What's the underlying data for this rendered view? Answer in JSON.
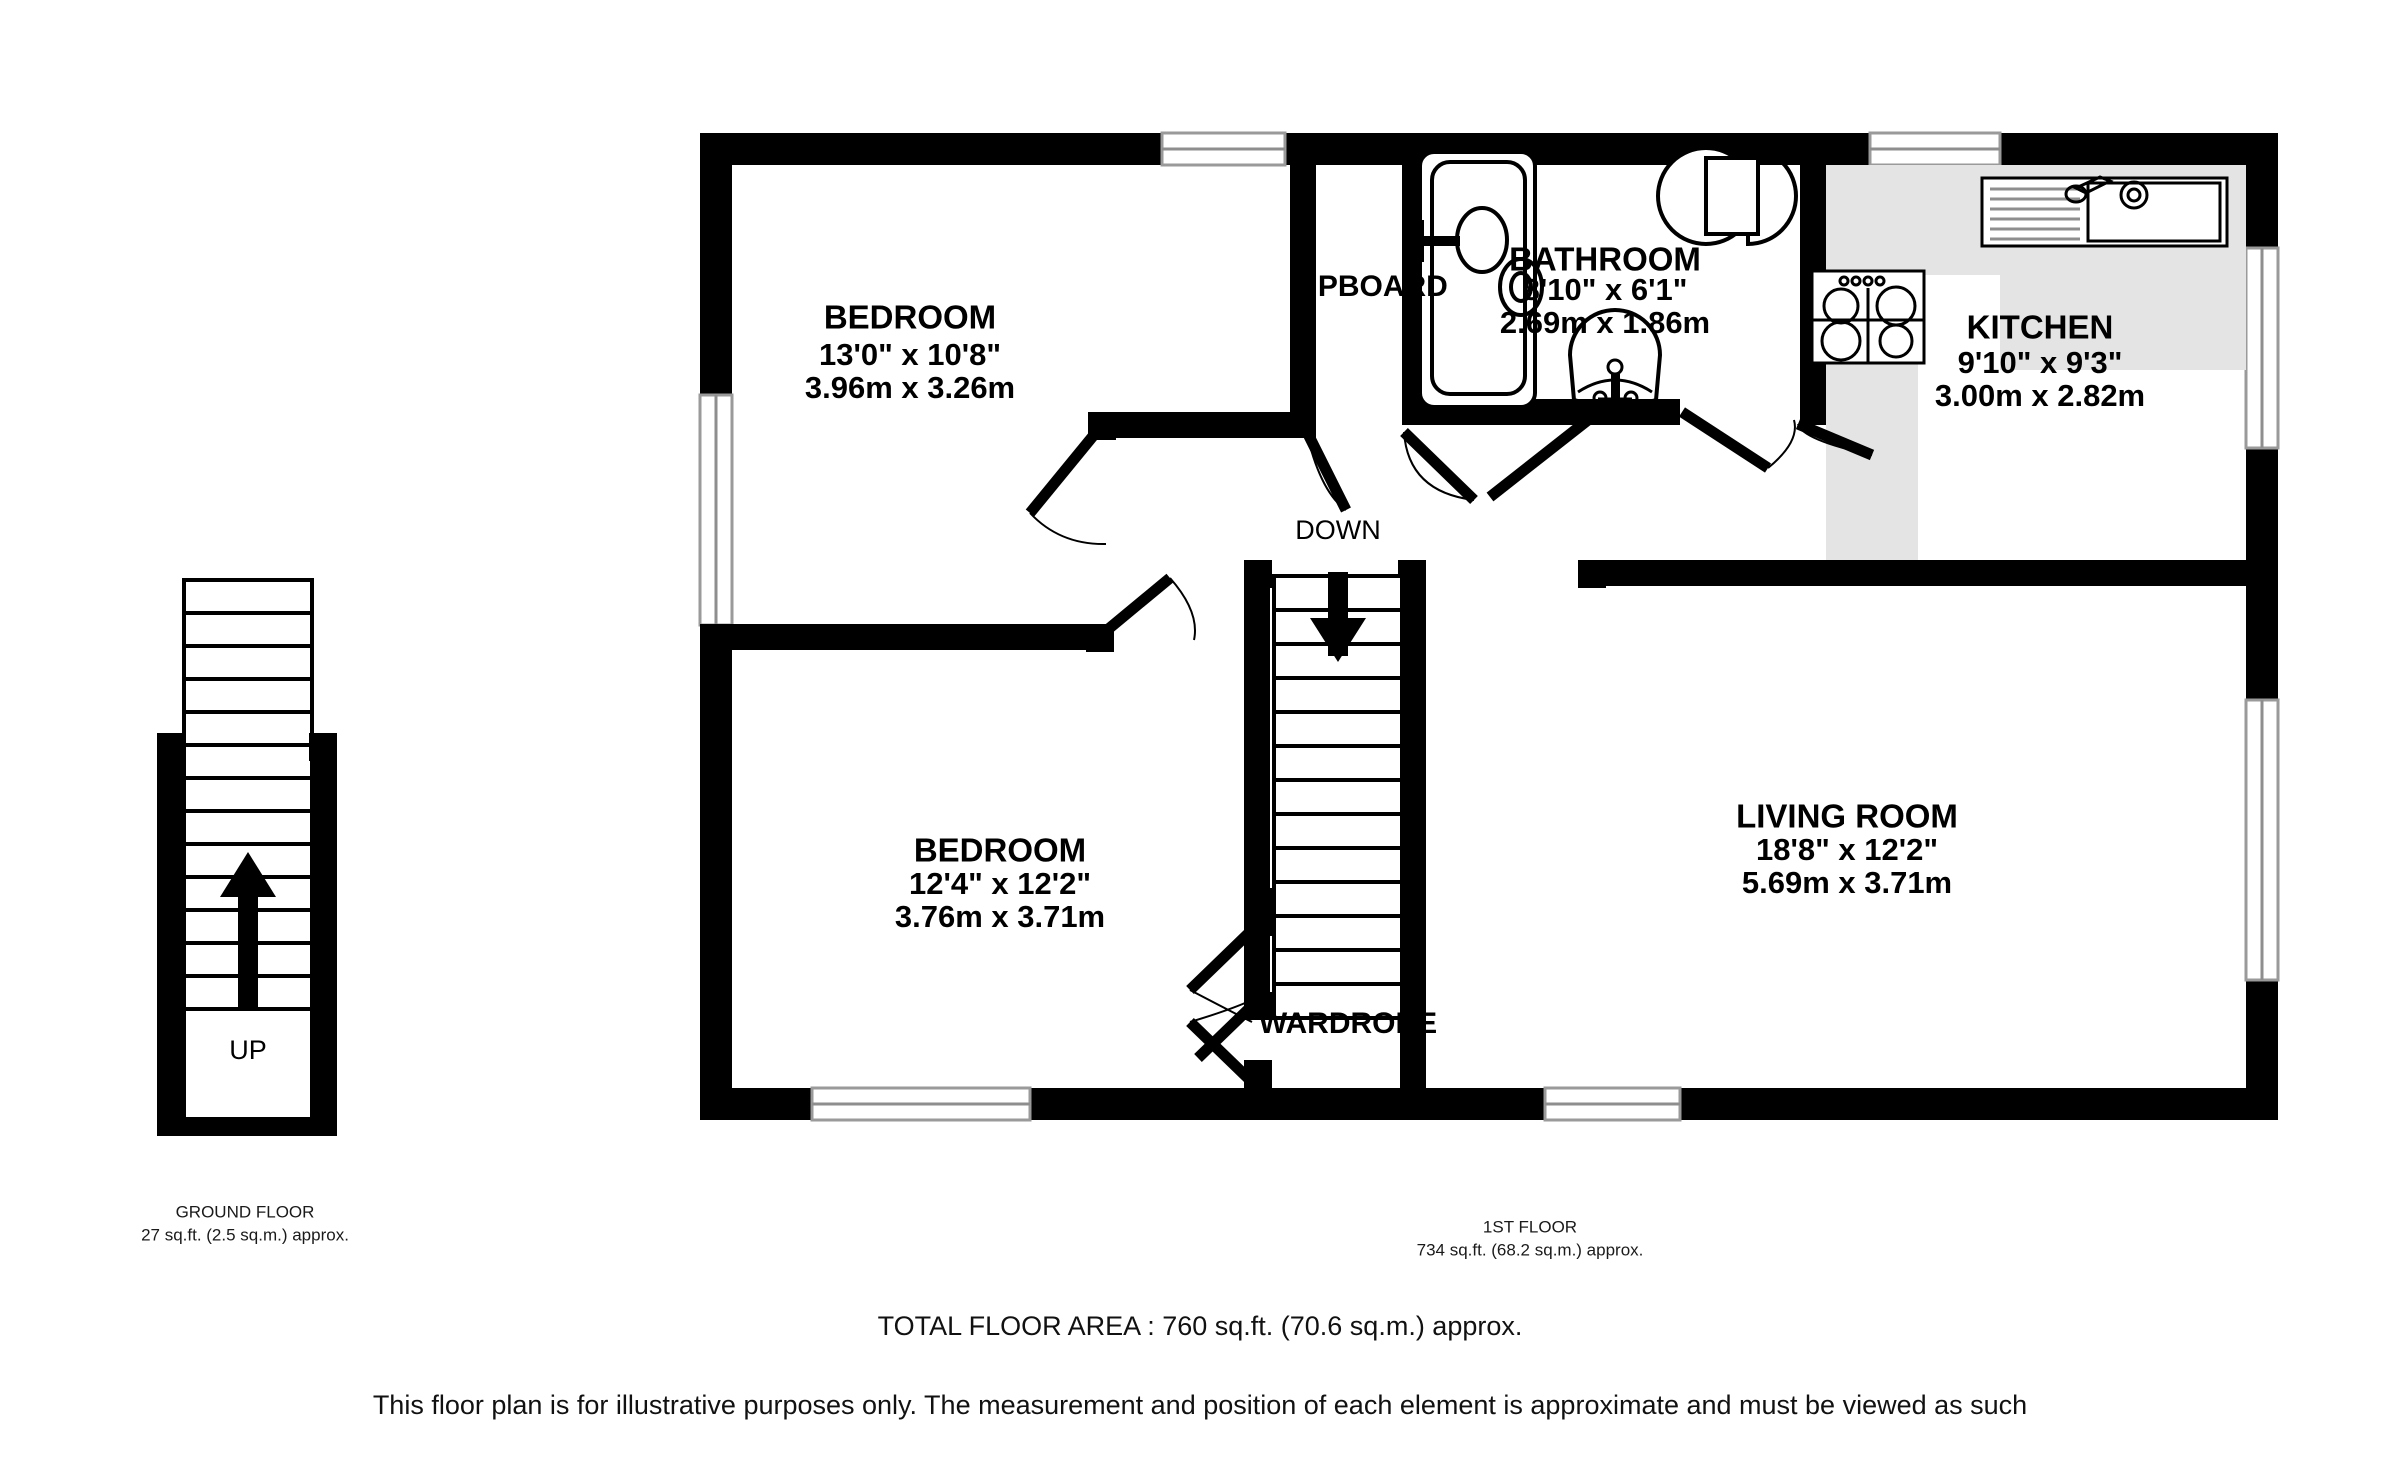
{
  "document": {
    "type": "floor-plan",
    "total_area_text": "TOTAL FLOOR AREA : 760 sq.ft. (70.6 sq.m.) approx.",
    "disclaimer": "This floor plan is for illustrative purposes only. The measurement and position of each element is approximate and must be viewed as such"
  },
  "floors": [
    {
      "id": "ground",
      "caption_title": "GROUND FLOOR",
      "caption_area": "27 sq.ft. (2.5 sq.m.) approx.",
      "stair_direction_label": "UP"
    },
    {
      "id": "first",
      "caption_title": "1ST FLOOR",
      "caption_area": "734 sq.ft. (68.2 sq.m.) approx.",
      "stair_direction_label": "DOWN"
    }
  ],
  "rooms": [
    {
      "key": "bedroom_1",
      "name": "BEDROOM",
      "dim_imperial": "13'0\"  x 10'8\"",
      "dim_metric": "3.96m  x 3.26m"
    },
    {
      "key": "bedroom_2",
      "name": "BEDROOM",
      "dim_imperial": "12'4\"  x 12'2\"",
      "dim_metric": "3.76m  x 3.71m"
    },
    {
      "key": "bathroom",
      "name": "BATHROOM",
      "dim_imperial": "8'10\"  x 6'1\"",
      "dim_metric": "2.69m  x 1.86m"
    },
    {
      "key": "kitchen",
      "name": "KITCHEN",
      "dim_imperial": "9'10\"  x 9'3\"",
      "dim_metric": "3.00m  x 2.82m"
    },
    {
      "key": "living_room",
      "name": "LIVING ROOM",
      "dim_imperial": "18'8\"  x 12'2\"",
      "dim_metric": "5.69m  x 3.71m"
    }
  ],
  "annotations": {
    "upboard": "UPBOARD",
    "wardrobe": "WARDROBE",
    "down": "DOWN",
    "up": "UP"
  },
  "colors": {
    "wall": "#000000",
    "counter": "#e4e4e4",
    "window_frame": "#9a9a9a",
    "background": "#ffffff",
    "text": "#000000"
  },
  "fixtures": [
    {
      "key": "bathtub",
      "label": "bathtub-icon"
    },
    {
      "key": "wash_basin",
      "label": "wash-basin-icon"
    },
    {
      "key": "toilet",
      "label": "toilet-icon"
    },
    {
      "key": "kitchen_sink",
      "label": "kitchen-sink-icon"
    },
    {
      "key": "hob",
      "label": "cooker-hob-icon"
    }
  ]
}
